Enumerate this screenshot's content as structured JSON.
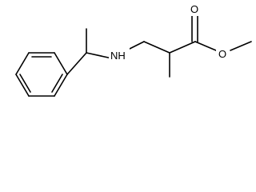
{
  "molecule": {
    "atoms": {
      "nitrogen": "NH",
      "ester_oxygen": "O",
      "carbonyl_oxygen": "O"
    }
  },
  "colors": {
    "bond": "#000000",
    "label": "#000000",
    "background": "#ffffff"
  }
}
